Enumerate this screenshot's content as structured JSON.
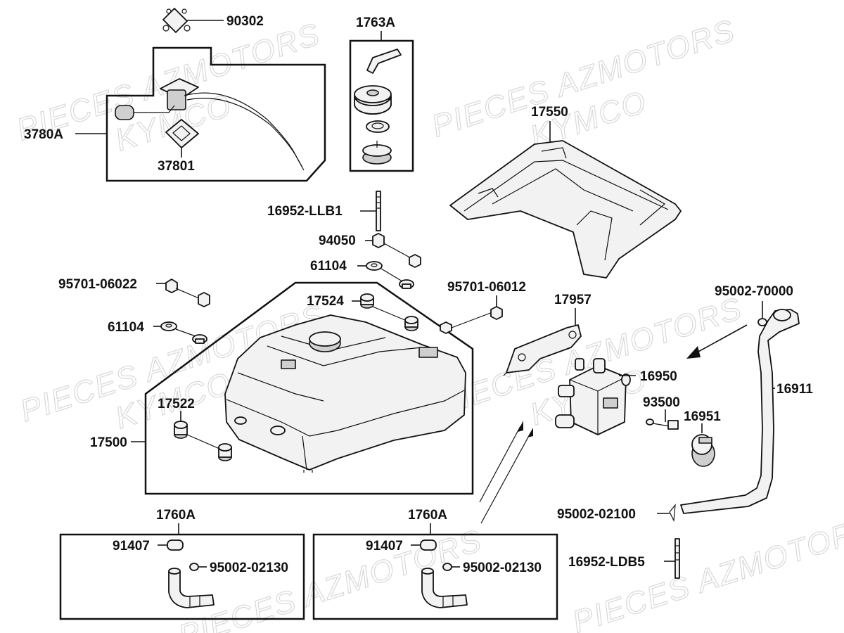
{
  "watermark": {
    "line1": "PIECES AZMOTORS",
    "line2": "KYMCO"
  },
  "labels": {
    "p90302": "90302",
    "p1763A": "1763A",
    "p3780A": "3780A",
    "p37801": "37801",
    "p17550": "17550",
    "p16952_LLB1": "16952-LLB1",
    "p94050": "94050",
    "p61104_top": "61104",
    "p95701_06022": "95701-06022",
    "p61104_left": "61104",
    "p17524": "17524",
    "p95701_06012": "95701-06012",
    "p17957": "17957",
    "p95002_70000": "95002-70000",
    "p16950": "16950",
    "p16911": "16911",
    "p93500": "93500",
    "p16951": "16951",
    "p17522": "17522",
    "p17500": "17500",
    "p1760A_left": "1760A",
    "p1760A_right": "1760A",
    "p91407_left": "91407",
    "p91407_right": "91407",
    "p95002_02130_left": "95002-02130",
    "p95002_02130_right": "95002-02130",
    "p95002_02100": "95002-02100",
    "p16952_LDB5": "16952-LDB5"
  }
}
